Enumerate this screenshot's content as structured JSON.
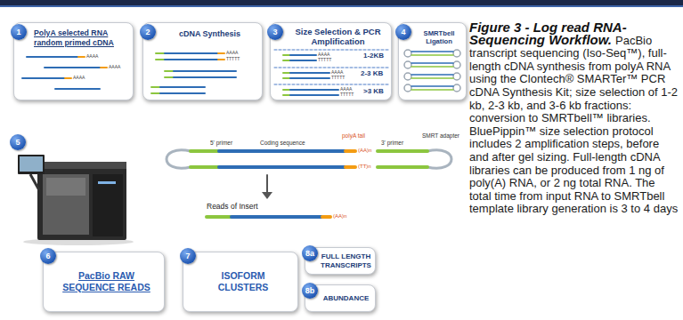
{
  "diagram": {
    "title": "Figure 3 - Log read RNA-Sequencing Workflow.",
    "caption": "PacBio transcript sequencing (Iso-Seq™), full-length cDNA synthesis from polyA RNA using the Clontech® SMARTer™ PCR cDNA Synthesis Kit; size selection of 1-2 kb, 2-3 kb, and 3-6 kb fractions: conversion to SMRTbell™ libraries. BluePippin™ size selection protocol includes 2 amplification steps, before and after gel sizing. Full-length cDNA libraries can be produced from 1 ng of poly(A) RNA, or 2 ng total RNA. The total time from input RNA to SMRTbell template library generation is 3 to 4 days",
    "nodes": [
      {
        "text": [
          "1",
          "PolyA selected RNA random primed cDNA"
        ]
      },
      {
        "text": [
          "2",
          "cDNA Synthesis"
        ]
      },
      {
        "text": [
          "3",
          "Size Selection & PCR Amplification"
        ]
      },
      {
        "text": [
          "4",
          "SMRTbell Ligation"
        ]
      },
      {
        "text": [
          "5"
        ]
      },
      {
        "text": [
          "6",
          "PacBio RAW SEQUENCE READS"
        ]
      },
      {
        "text": [
          "7",
          "ISOFORM CLUSTERS"
        ]
      },
      {
        "text": [
          "8a",
          "FULL LENGTH TRANSCRIPTS"
        ]
      },
      {
        "text": [
          "8b",
          "ABUNDANCE"
        ]
      }
    ],
    "labels": [
      "AAAA",
      "AAAA",
      "AAAA",
      "AAAA",
      "TTTTT",
      "AAAA",
      "TTTTT",
      "1-2KB",
      "AAAA",
      "TTTTT",
      "2-3 KB",
      "AAAA",
      "TTTTT",
      ">3 KB",
      "5' primer",
      "Coding sequence",
      "polyA tail",
      "3' primer",
      "SMRT adapter",
      "(AA)n",
      "(TT)n",
      "Reads of Insert",
      "(AA)n"
    ]
  }
}
